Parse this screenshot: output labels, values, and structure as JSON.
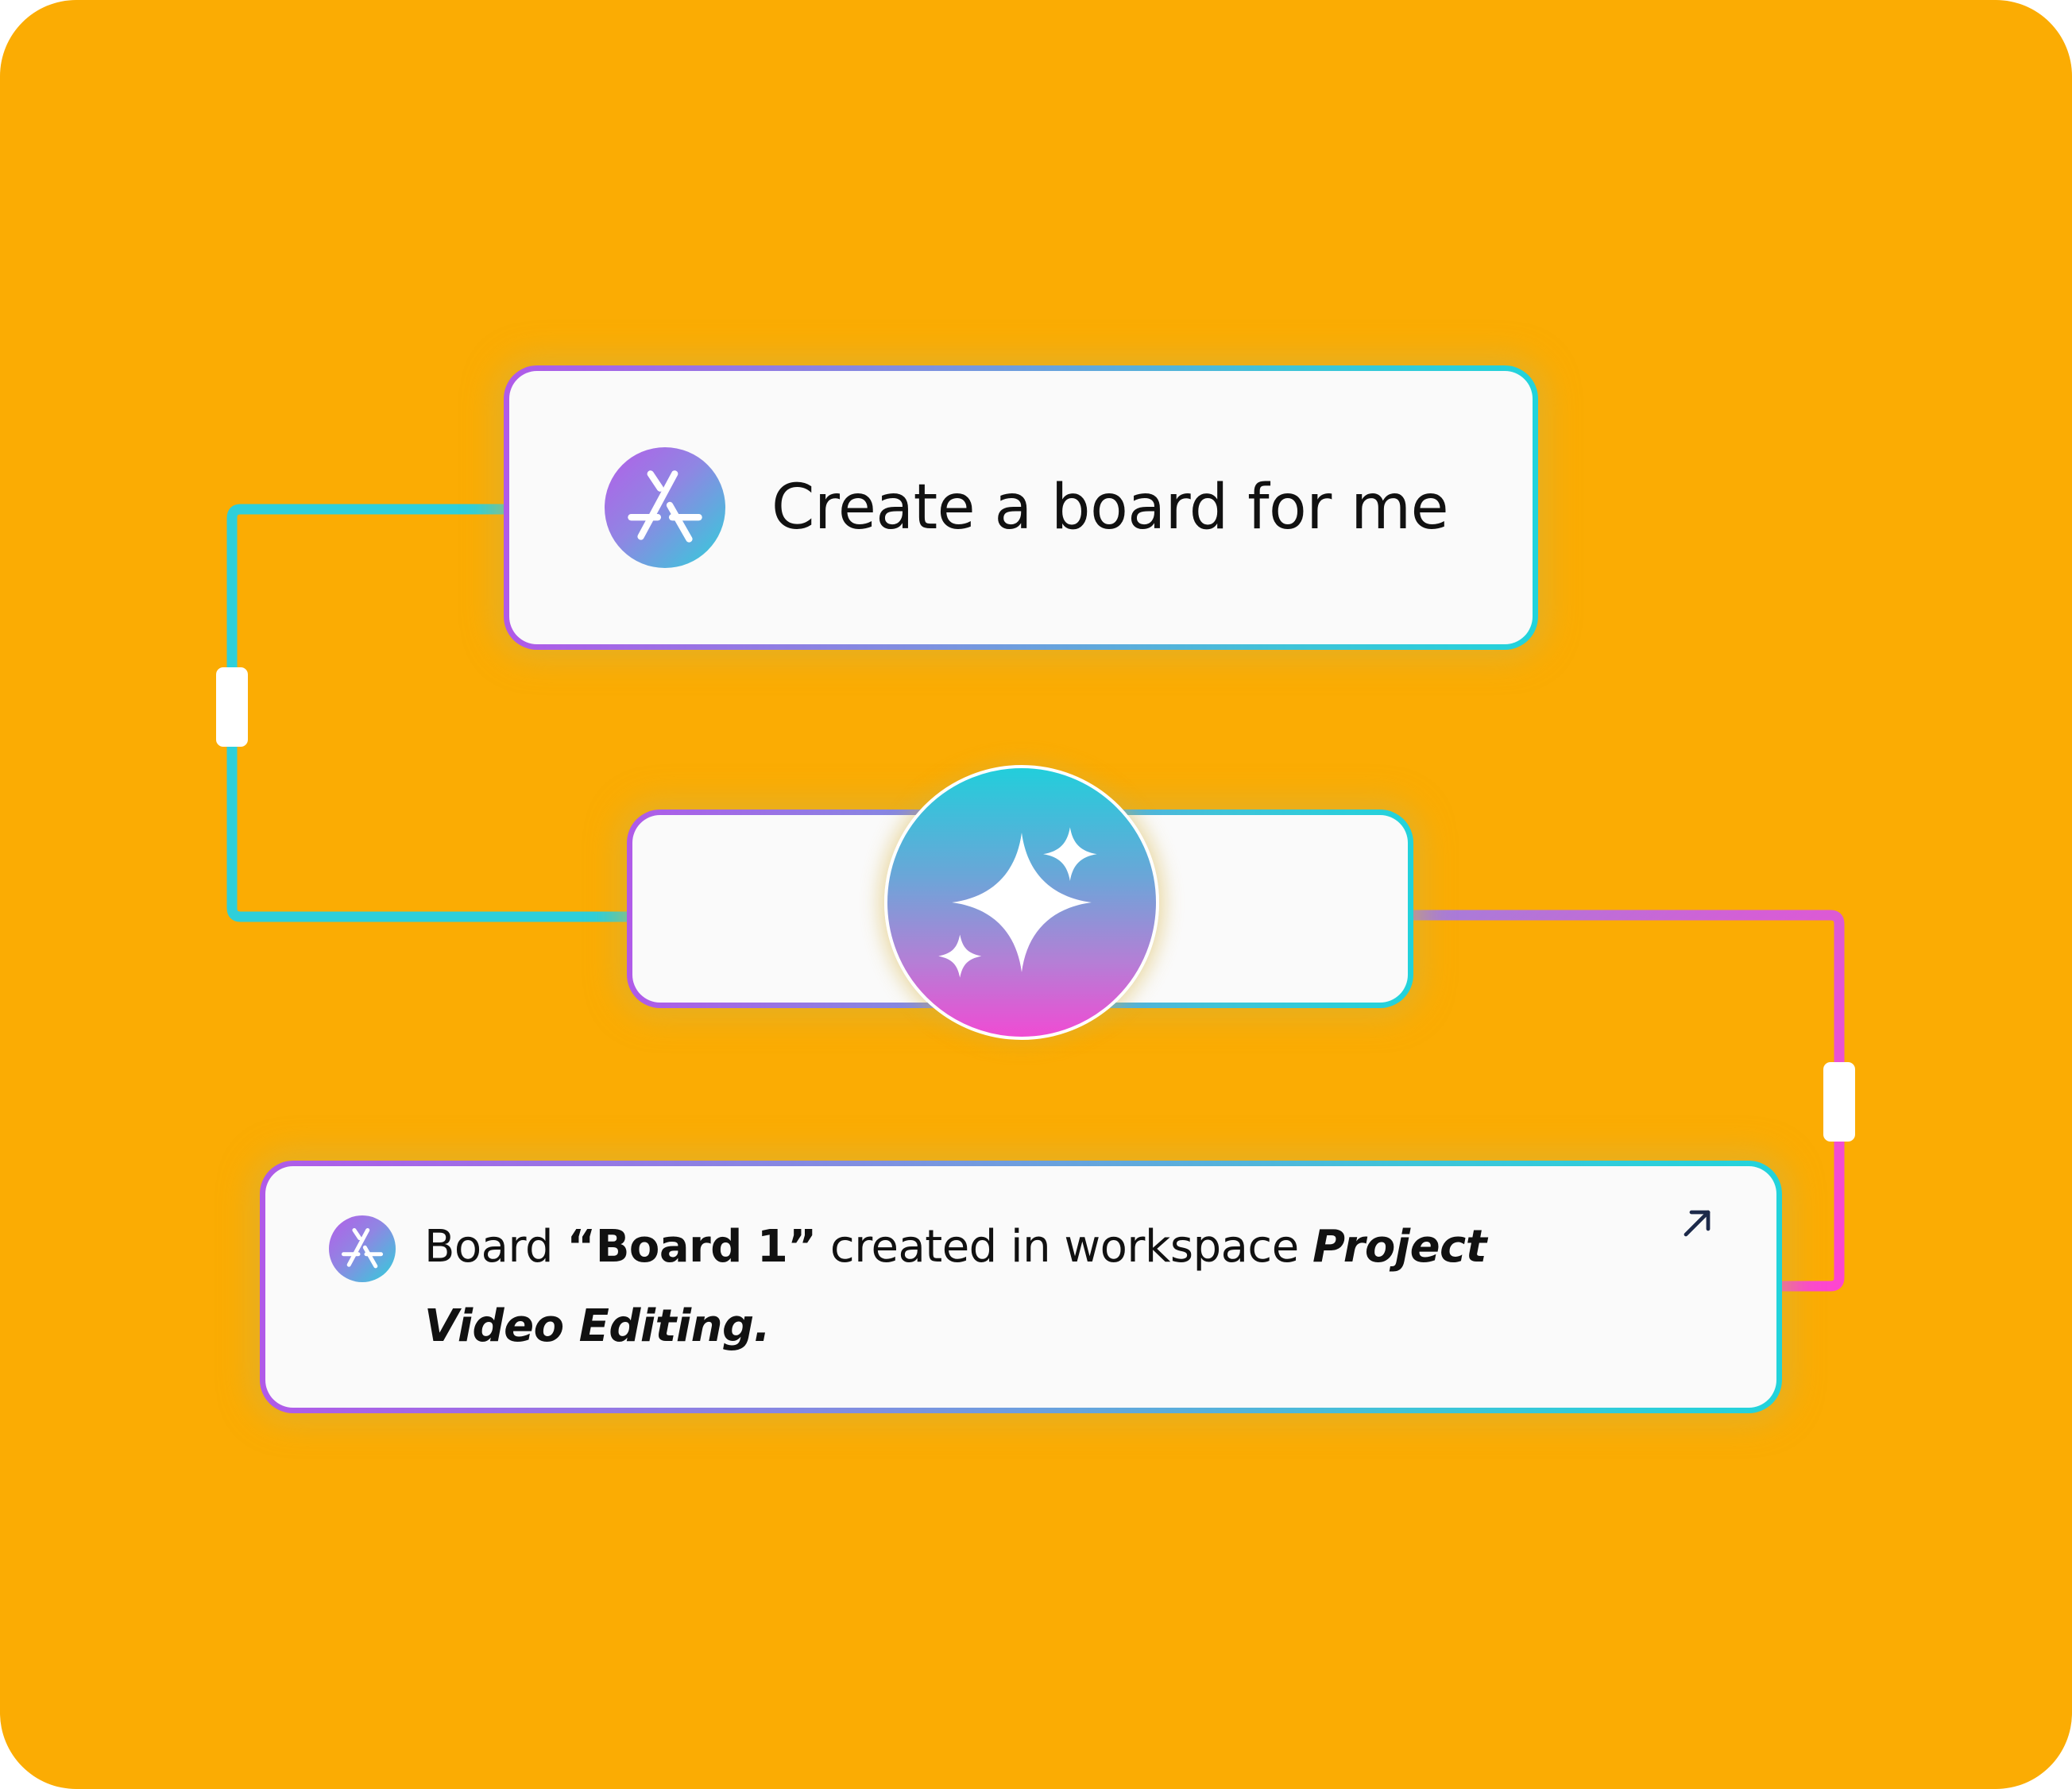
{
  "colors": {
    "background": "#fbac03",
    "card_fill": "#fafafa",
    "accent_purple": "#b05ae8",
    "accent_cyan": "#22d3db",
    "accent_pink": "#f04bd3",
    "text": "#111111"
  },
  "prompt": {
    "icon": "app-logo-icon",
    "text": "Create a board for me"
  },
  "processing": {
    "icon": "sparkles-icon"
  },
  "result": {
    "icon": "app-logo-icon",
    "prefix": "Board ",
    "board_name": "“Board 1”",
    "middle": " created in workspace ",
    "workspace_name": "Project Video Editing.",
    "link_icon": "external-link-arrow-icon"
  }
}
